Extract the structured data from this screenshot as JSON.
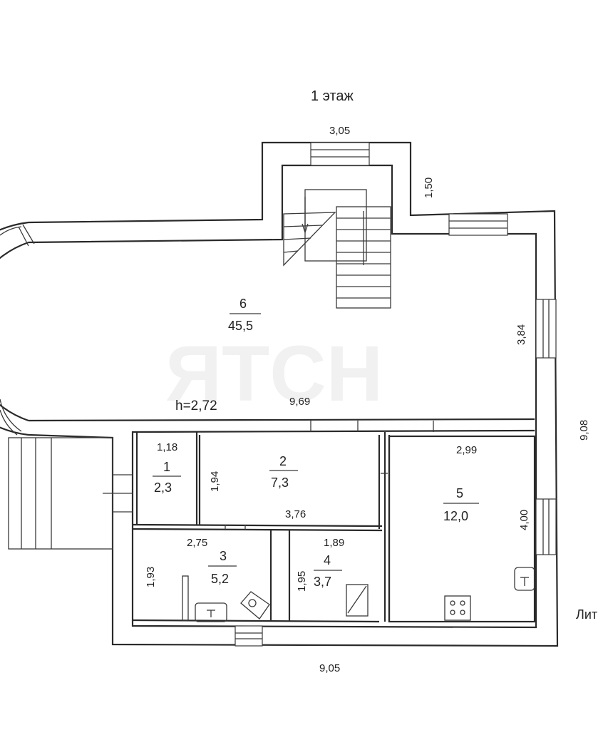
{
  "title": "1 этаж",
  "watermark": "ЯTCH",
  "litera": "Лит",
  "ceiling_height": "h=2,72",
  "rooms": [
    {
      "number": "1",
      "area": "2,3"
    },
    {
      "number": "2",
      "area": "7,3"
    },
    {
      "number": "3",
      "area": "5,2"
    },
    {
      "number": "4",
      "area": "3,7"
    },
    {
      "number": "5",
      "area": "12,0"
    },
    {
      "number": "6",
      "area": "45,5"
    }
  ],
  "dimensions": {
    "top_width": "3,05",
    "stair_depth": "1,50",
    "right_upper": "3,84",
    "right_total": "9,08",
    "hall_length": "9,69",
    "bottom_total": "9,05",
    "room1_width": "1,18",
    "room1_height": "1,94",
    "room2_width": "3,76",
    "room3_width": "2,75",
    "room3_height": "1,93",
    "room4_width": "1,89",
    "room4_height": "1,95",
    "room5_width": "2,99",
    "room5_height": "4,00"
  }
}
